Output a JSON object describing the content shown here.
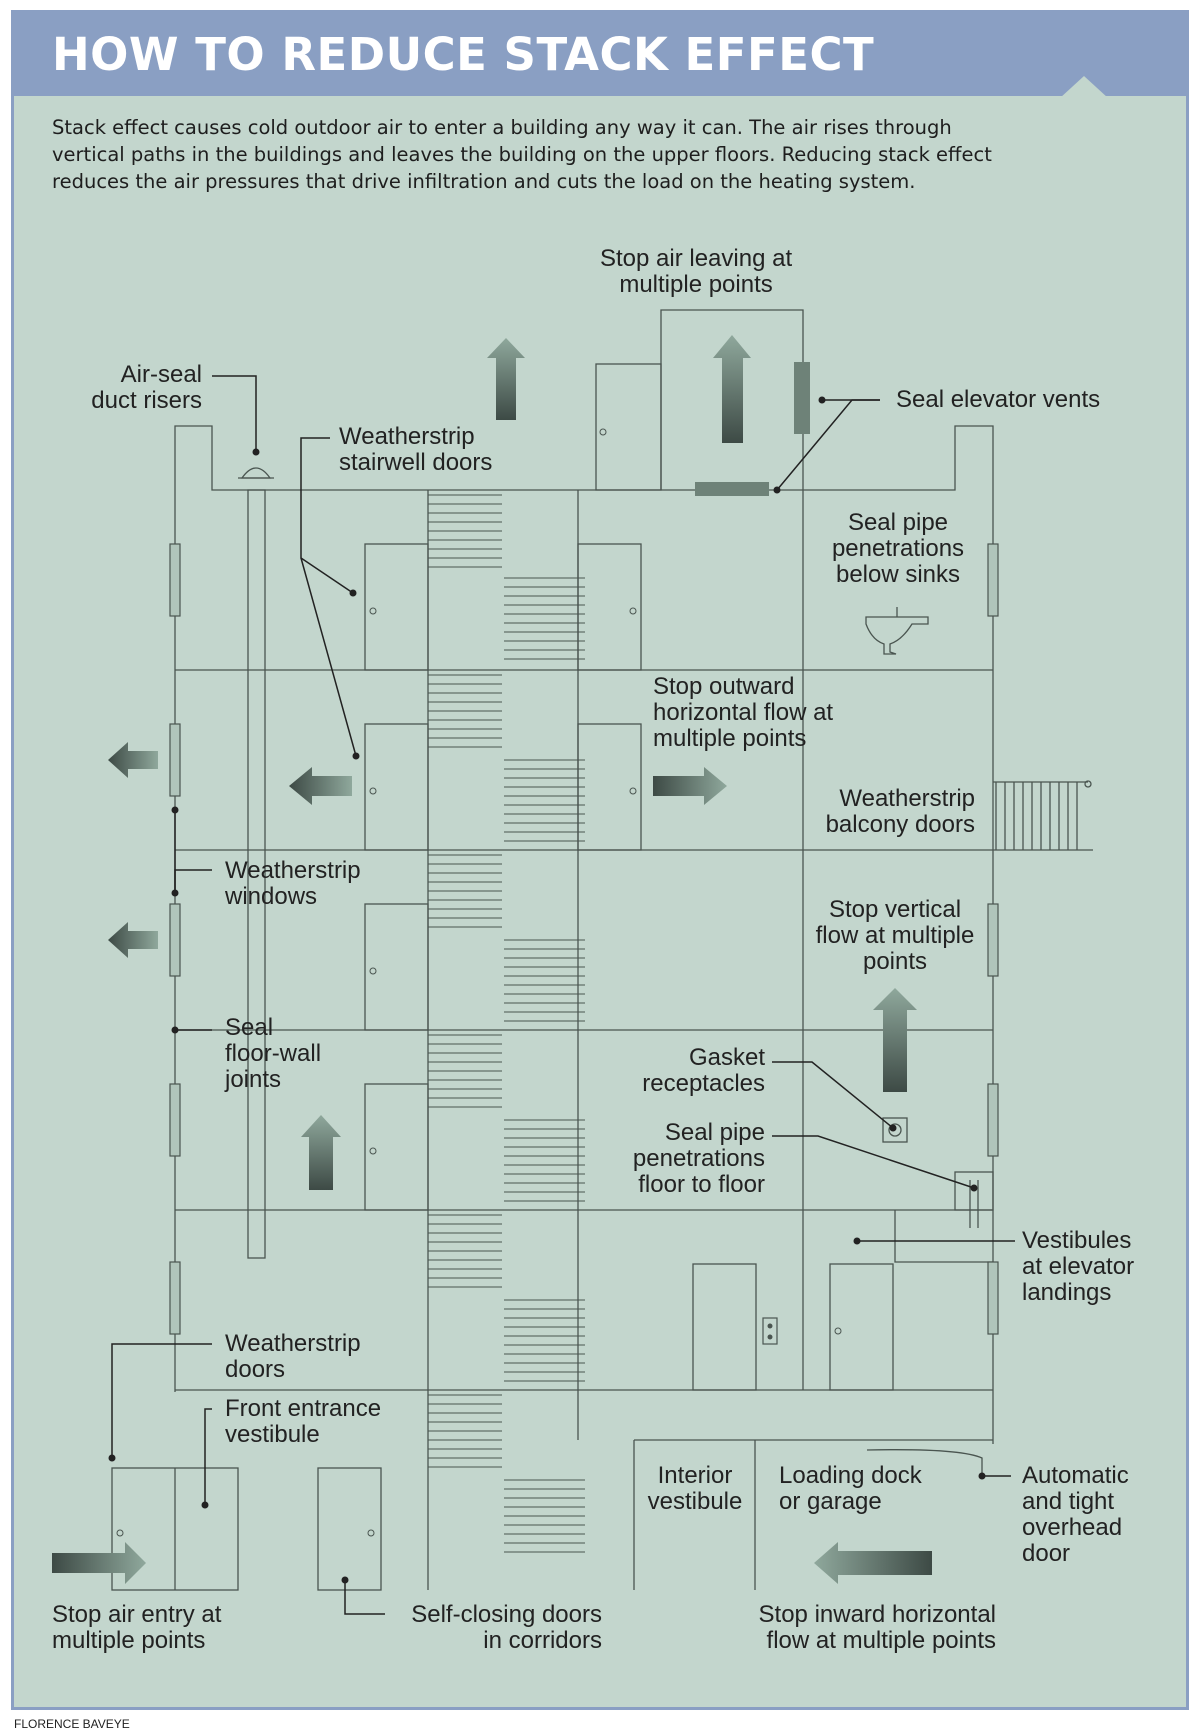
{
  "title": "HOW TO REDUCE STACK EFFECT",
  "intro": [
    "Stack effect causes cold outdoor air to enter a building any way it can. The air rises through",
    "vertical paths in the buildings and leaves the building on the upper floors. Reducing stack effect",
    "reduces the air pressures that drive infiltration and cuts the load on the heating system."
  ],
  "labels": {
    "stop_air_leaving": [
      "Stop air leaving at",
      "multiple points"
    ],
    "air_seal_duct": [
      "Air-seal",
      "duct risers"
    ],
    "seal_elevator_vents": [
      "Seal elevator vents"
    ],
    "weatherstrip_stairwell": [
      "Weatherstrip",
      "stairwell doors"
    ],
    "seal_pipe_sinks": [
      "Seal pipe",
      "penetrations",
      "below sinks"
    ],
    "stop_outward": [
      "Stop outward",
      "horizontal flow at",
      "multiple points"
    ],
    "weatherstrip_balcony": [
      "Weatherstrip",
      "balcony doors"
    ],
    "weatherstrip_windows": [
      "Weatherstrip",
      "windows"
    ],
    "stop_vertical": [
      "Stop vertical",
      "flow at multiple",
      "points"
    ],
    "seal_floor_wall": [
      "Seal",
      "floor-wall",
      "joints"
    ],
    "gasket_receptacles": [
      "Gasket",
      "receptacles"
    ],
    "seal_pipe_floor": [
      "Seal pipe",
      "penetrations",
      "floor to floor"
    ],
    "vestibules_elevator": [
      "Vestibules",
      "at elevator",
      "landings"
    ],
    "weatherstrip_doors": [
      "Weatherstrip",
      "doors"
    ],
    "front_entrance": [
      "Front entrance",
      "vestibule"
    ],
    "interior_vestibule": [
      "Interior",
      "vestibule"
    ],
    "loading_dock": [
      "Loading dock",
      "or garage"
    ],
    "automatic_door": [
      "Automatic",
      "and tight",
      "overhead",
      "door"
    ],
    "stop_air_entry": [
      "Stop air entry at",
      "multiple points"
    ],
    "self_closing": [
      "Self-closing doors",
      "in corridors"
    ],
    "stop_inward": [
      "Stop inward horizontal",
      "flow at multiple points"
    ]
  },
  "credit": "FLORENCE BAVEYE",
  "colors": {
    "header": "#8a9fc3",
    "background": "#c3d6cd",
    "line": "#4a5550",
    "arrow_dark": "#3d4a45",
    "arrow_light": "#8fa89c"
  }
}
